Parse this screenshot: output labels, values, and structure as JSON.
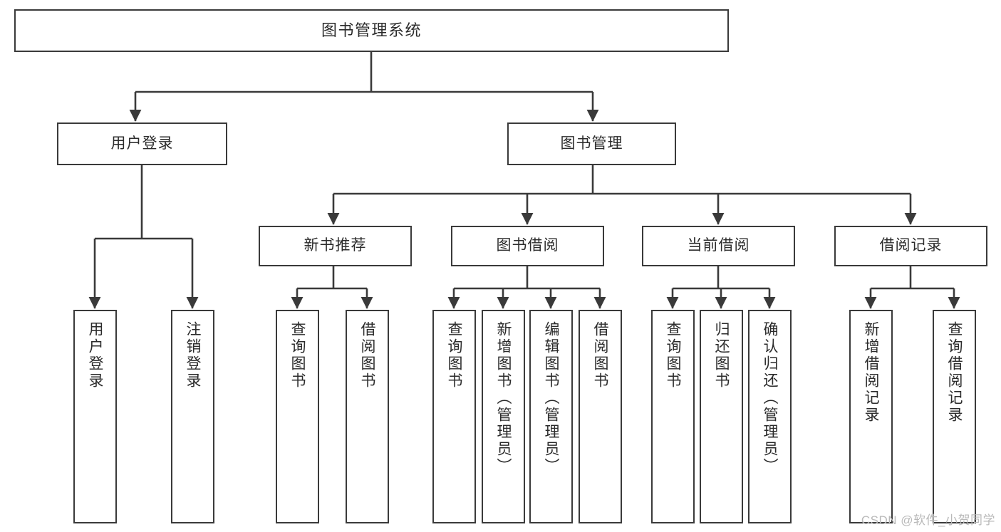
{
  "diagram": {
    "title": "图书管理系统",
    "type": "tree",
    "watermark": "CSDN @软件_小贺同学",
    "colors": {
      "border": "#3a3a3a",
      "text": "#2b2b2b",
      "background": "#ffffff",
      "edge": "#3a3a3a",
      "watermark": "#b9b9b9"
    },
    "nodes": {
      "root": {
        "label": "图书管理系统"
      },
      "level1": [
        {
          "label": "用户登录"
        },
        {
          "label": "图书管理"
        }
      ],
      "level2": [
        {
          "label": "新书推荐"
        },
        {
          "label": "图书借阅"
        },
        {
          "label": "当前借阅"
        },
        {
          "label": "借阅记录"
        }
      ],
      "leaves": [
        {
          "label": "用户登录"
        },
        {
          "label": "注销登录"
        },
        {
          "label": "查询图书"
        },
        {
          "label": "借阅图书"
        },
        {
          "label": "查询图书"
        },
        {
          "label": "新增图书（管理员）"
        },
        {
          "label": "编辑图书（管理员）"
        },
        {
          "label": "借阅图书"
        },
        {
          "label": "查询图书"
        },
        {
          "label": "归还图书"
        },
        {
          "label": "确认归还（管理员）"
        },
        {
          "label": "新增借阅记录"
        },
        {
          "label": "查询借阅记录"
        }
      ]
    }
  }
}
